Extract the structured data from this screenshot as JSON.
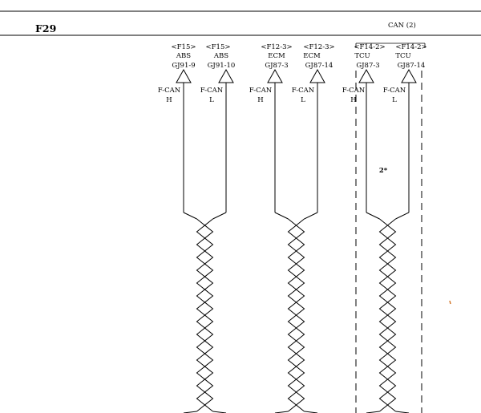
{
  "page": {
    "code": "F29",
    "title": "CAN (2)",
    "note": "2*"
  },
  "connectors": [
    {
      "id": "abs_h",
      "conn": "<F15>",
      "module": "ABS",
      "pin": "GJ91-9",
      "sig1": "F-CAN",
      "sig2": "H"
    },
    {
      "id": "abs_l",
      "conn": "<F15>",
      "module": "ABS",
      "pin": "GJ91-10",
      "sig1": "F-CAN",
      "sig2": "L"
    },
    {
      "id": "ecm_h",
      "conn": "<F12-3>",
      "module": "ECM",
      "pin": "GJ87-3",
      "sig1": "F-CAN",
      "sig2": "H"
    },
    {
      "id": "ecm_l",
      "conn": "<F12-3>",
      "module": "ECM",
      "pin": "GJ87-14",
      "sig1": "F-CAN",
      "sig2": "L"
    },
    {
      "id": "tcu_h",
      "conn": "<F14-2>",
      "module": "TCU",
      "pin": "GJ87-3",
      "sig1": "F-CAN",
      "sig2": "H"
    },
    {
      "id": "tcu_l",
      "conn": "<F14-2>",
      "module": "TCU",
      "pin": "GJ87-14",
      "sig1": "F-CAN",
      "sig2": "L"
    }
  ],
  "colors": {
    "line": "#000000",
    "accent_mark": "#d07020"
  }
}
